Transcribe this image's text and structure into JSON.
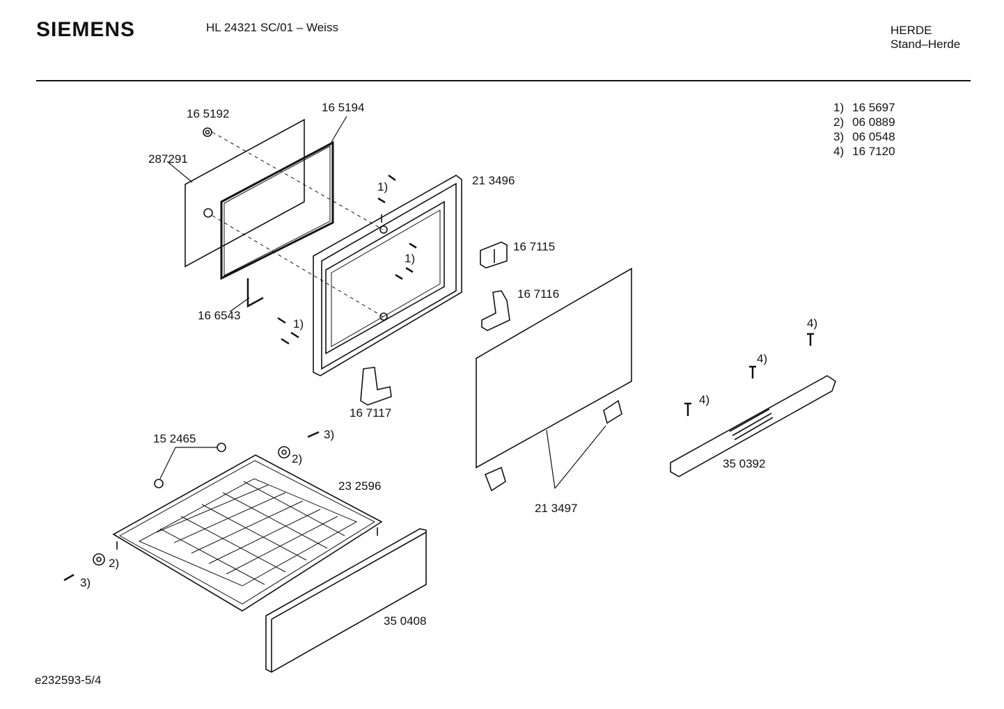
{
  "header": {
    "brand": "SIEMENS",
    "model": "HL 24321 SC/01 – Weiss",
    "category": "HERDE",
    "subcategory": "Stand–Herde"
  },
  "footnotes": [
    {
      "ref": "1)",
      "part": "16 5697"
    },
    {
      "ref": "2)",
      "part": "06 0889"
    },
    {
      "ref": "3)",
      "part": "06 0548"
    },
    {
      "ref": "4)",
      "part": "16 7120"
    }
  ],
  "part_labels": {
    "p165192": "16 5192",
    "p165194": "16 5194",
    "p287291": "287291",
    "p213496": "21 3496",
    "p167115": "16 7115",
    "p167116": "16 7116",
    "p166543": "16 6543",
    "p167117": "16 7117",
    "p152465": "15 2465",
    "p232596": "23 2596",
    "p213497": "21 3497",
    "p350392": "35 0392",
    "p350408": "35 0408"
  },
  "refs": {
    "r1a": "1)",
    "r1b": "1)",
    "r1c": "1)",
    "r2a": "2)",
    "r2b": "2)",
    "r3a": "3)",
    "r3b": "3)",
    "r4a": "4)",
    "r4b": "4)",
    "r4c": "4)"
  },
  "footer": {
    "doc_id": "e232593-5/4"
  }
}
